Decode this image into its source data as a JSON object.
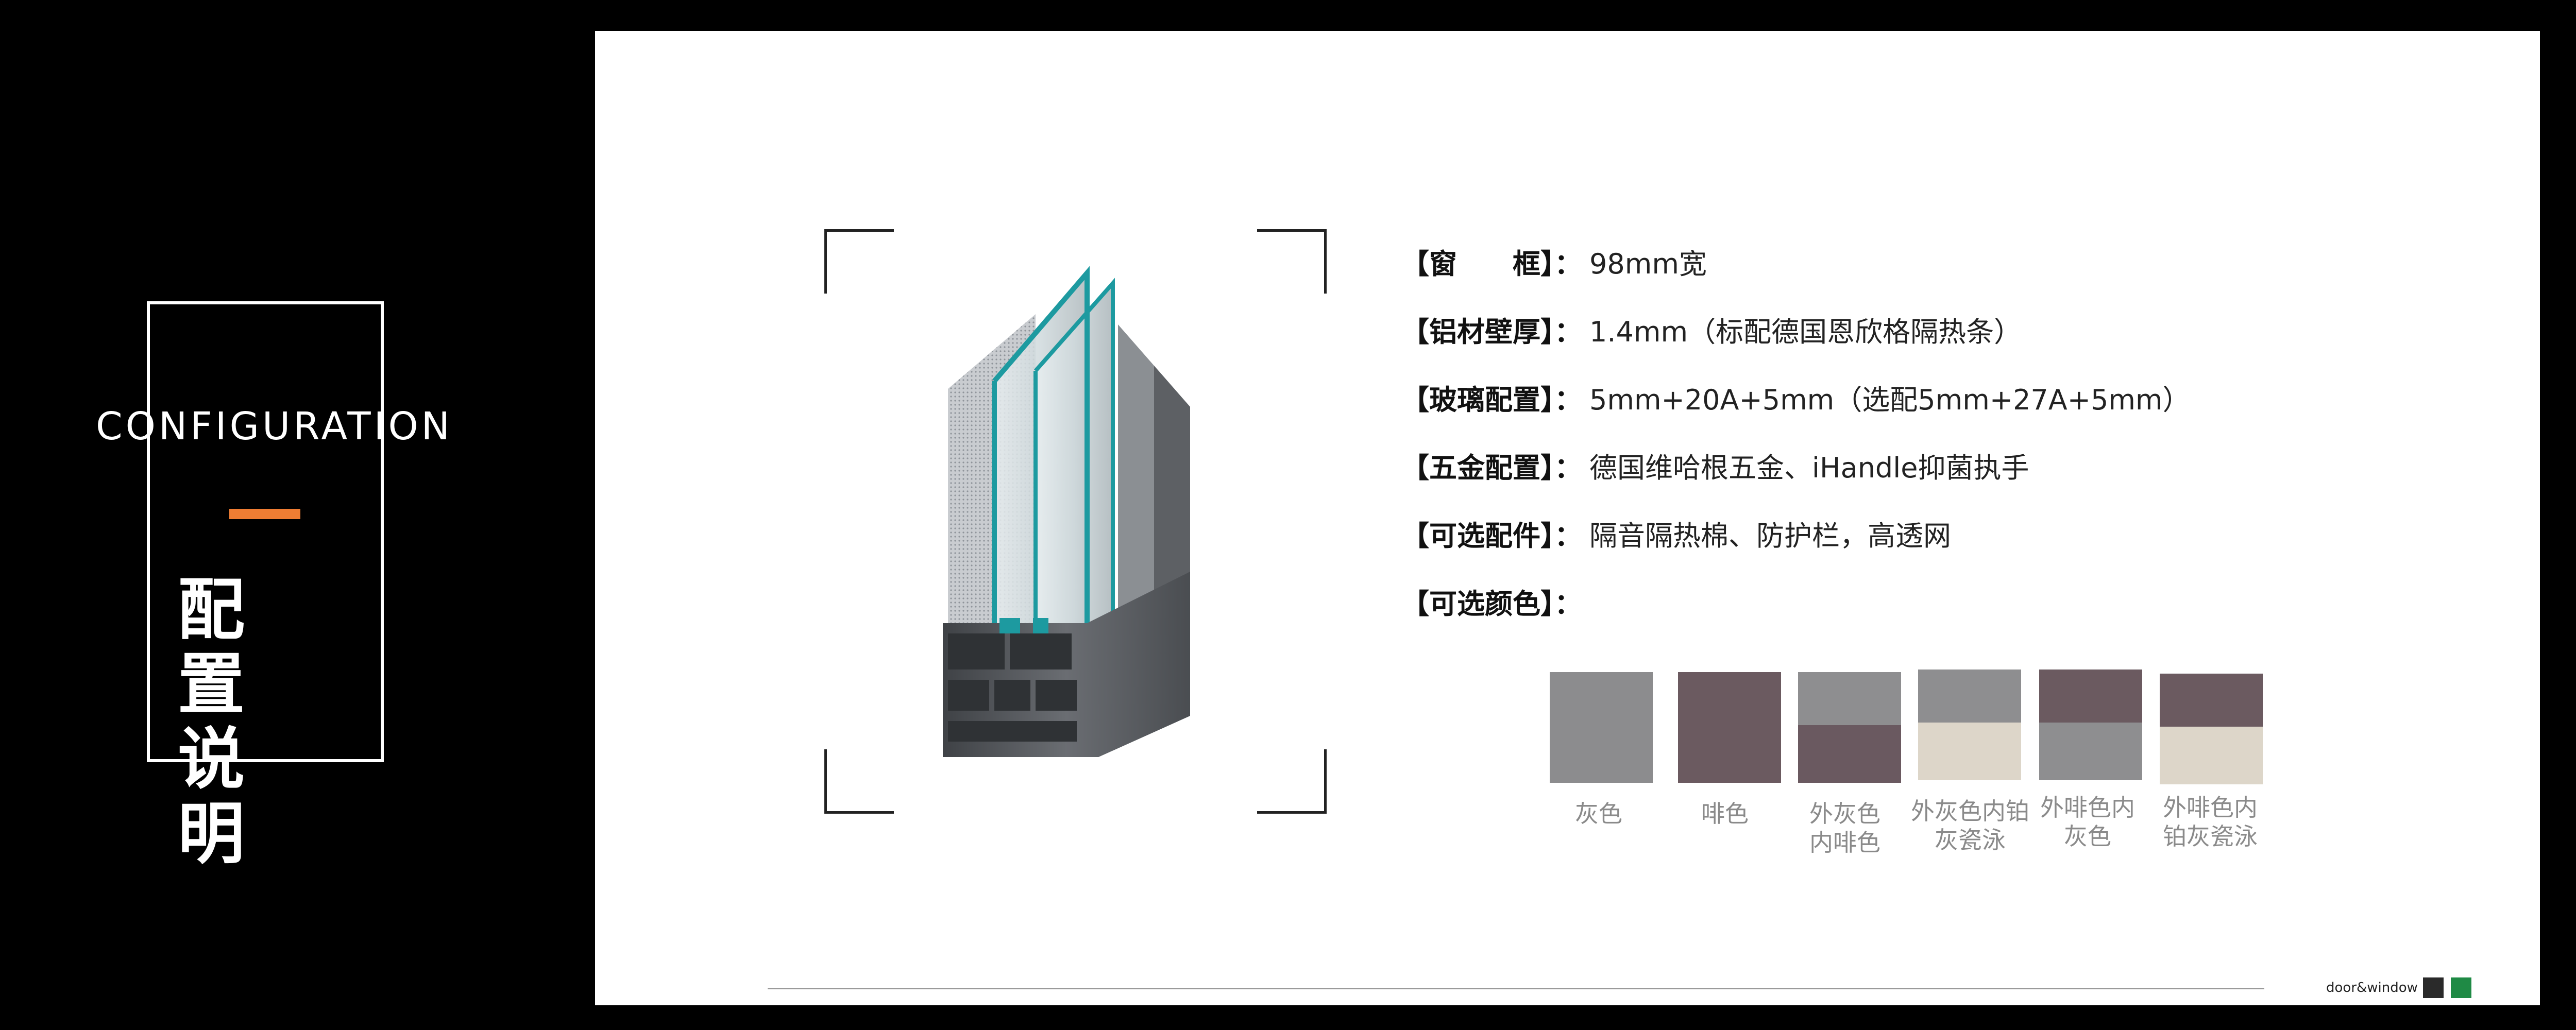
{
  "left_panel": {
    "english_title": "CONFIGURATION",
    "chinese_title_line1": "配 置",
    "chinese_title_line2": "说 明",
    "accent_color": "#ef7d33"
  },
  "specs": [
    {
      "label": "【窗　　框】：",
      "value": "98mm宽"
    },
    {
      "label": "【铝材壁厚】：",
      "value": "1.4mm（标配德国恩欣格隔热条）"
    },
    {
      "label": "【玻璃配置】：",
      "value": "5mm+20A+5mm（选配5mm+27A+5mm）"
    },
    {
      "label": "【五金配置】：",
      "value": "德国维哈根五金、iHandle抑菌执手"
    },
    {
      "label": "【可选配件】：",
      "value": "隔音隔热棉、防护栏，高透网"
    },
    {
      "label": "【可选颜色】：",
      "value": ""
    }
  ],
  "color_options": [
    {
      "name_line1": "灰色",
      "name_line2": "",
      "top_color": "#8c8c8e",
      "bottom_color": "#8c8c8e"
    },
    {
      "name_line1": "啡色",
      "name_line2": "",
      "top_color": "#6b5a60",
      "bottom_color": "#6b5a60"
    },
    {
      "name_line1": "外灰色",
      "name_line2": "内啡色",
      "top_color": "#8e8e90",
      "bottom_color": "#6a5960"
    },
    {
      "name_line1": "外灰色内铂",
      "name_line2": "灰瓷泳",
      "top_color": "#8e8e90",
      "bottom_color": "#ddd6c9"
    },
    {
      "name_line1": "外啡色内",
      "name_line2": "灰色",
      "top_color": "#6b5a60",
      "bottom_color": "#8e8e90"
    },
    {
      "name_line1": "外啡色内",
      "name_line2": "铂灰瓷泳",
      "top_color": "#6b5a60",
      "bottom_color": "#ddd6c9"
    }
  ],
  "footer": {
    "brand_text": "door&window",
    "square_colors": [
      "#2a2a2a",
      "#1f8a45"
    ]
  }
}
